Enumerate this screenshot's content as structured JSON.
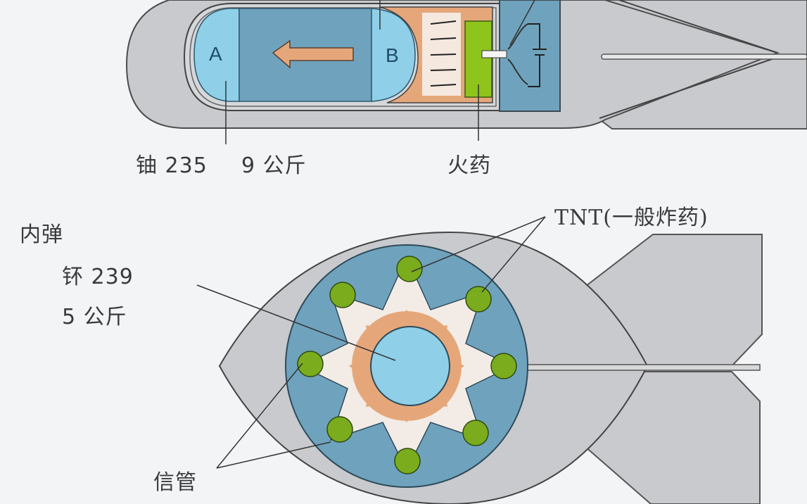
{
  "gun_type_bomb": {
    "parts": {
      "a": "A",
      "b": "B"
    },
    "labels": {
      "uranium": "铀 235",
      "mass": "9 公斤",
      "gunpowder": "火药"
    }
  },
  "implosion_bomb": {
    "labels": {
      "core": "内弹",
      "plutonium": "钚 239",
      "mass": "5 公斤",
      "tnt": "TNT(一般炸药)",
      "detonator": "信管"
    },
    "detonator_count": 8
  },
  "colors": {
    "background": "#f2f4f6",
    "casing": "#c8cacd",
    "steel_blue": "#6fa3bd",
    "fissile": "#8fcfe8",
    "explosive_orange": "#e5a77a",
    "detonator_green": "#7aac1e",
    "outline": "#3d4a52"
  }
}
